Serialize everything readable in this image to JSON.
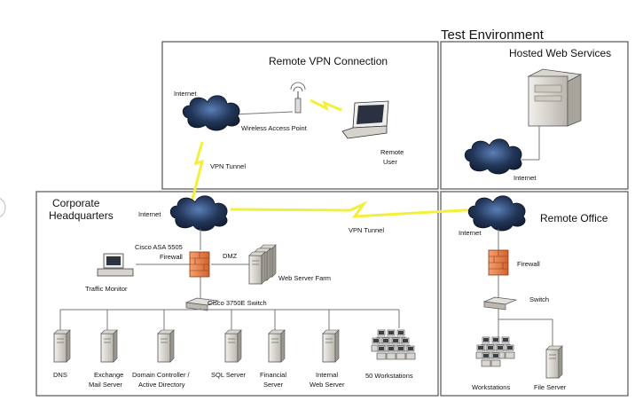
{
  "title": "Test Environment",
  "sections": {
    "remote_vpn": "Remote VPN Connection",
    "hosted_web": "Hosted Web Services",
    "corporate_hq_line1": "Corporate",
    "corporate_hq_line2": "Headquarters",
    "remote_office": "Remote Office"
  },
  "labels": {
    "internet": "Internet",
    "wireless_access_point": "Wireless Access Point",
    "remote_user_line1": "Remote",
    "remote_user_line2": "User",
    "vpn_tunnel": "VPN Tunnel",
    "firewall_line1": "Cisco ASA 5505",
    "firewall_line2": "Firewall",
    "dmz": "DMZ",
    "web_server_farm": "Web Server Farm",
    "traffic_monitor": "Traffic Monitor",
    "core_switch": "Cisco 3750E Switch",
    "firewall": "Firewall",
    "switch": "Switch",
    "workstations": "Workstations",
    "file_server": "File Server"
  },
  "servers": [
    {
      "line1": "DNS",
      "line2": ""
    },
    {
      "line1": "Exchange",
      "line2": "Mail Server"
    },
    {
      "line1": "Domain Controller /",
      "line2": "Active Directory"
    },
    {
      "line1": "SQL Server",
      "line2": ""
    },
    {
      "line1": "Financial",
      "line2": "Server"
    },
    {
      "line1": "Internal",
      "line2": "Web Server"
    },
    {
      "line1": "50 Workstations",
      "line2": ""
    }
  ],
  "colors": {
    "cloud": "#1c2e4a",
    "cloud_highlight": "#4a6fa8",
    "bolt": "#f3ef3a",
    "firewall": "#f08c5a",
    "server": "#e6e3dd",
    "box_border": "#555555"
  }
}
